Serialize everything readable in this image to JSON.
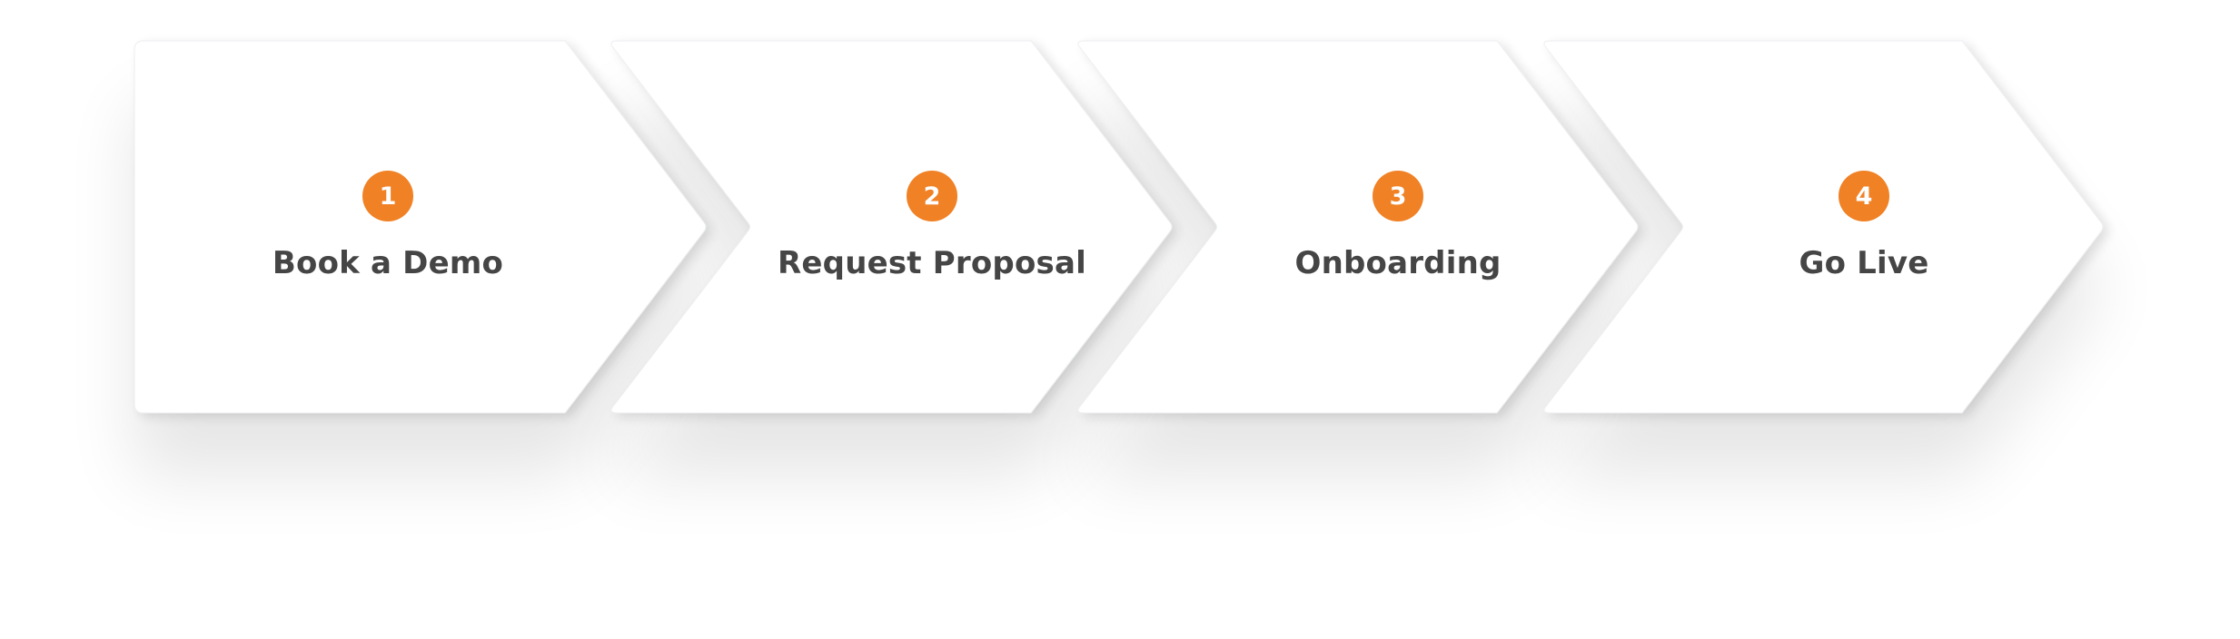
{
  "diagram": {
    "type": "process-flow",
    "accent_color": "#F08125",
    "text_color": "#454545",
    "card_color": "#FFFFFF",
    "steps": [
      {
        "number": "1",
        "label": "Book a Demo"
      },
      {
        "number": "2",
        "label": "Request Proposal"
      },
      {
        "number": "3",
        "label": "Onboarding"
      },
      {
        "number": "4",
        "label": "Go Live"
      }
    ]
  }
}
